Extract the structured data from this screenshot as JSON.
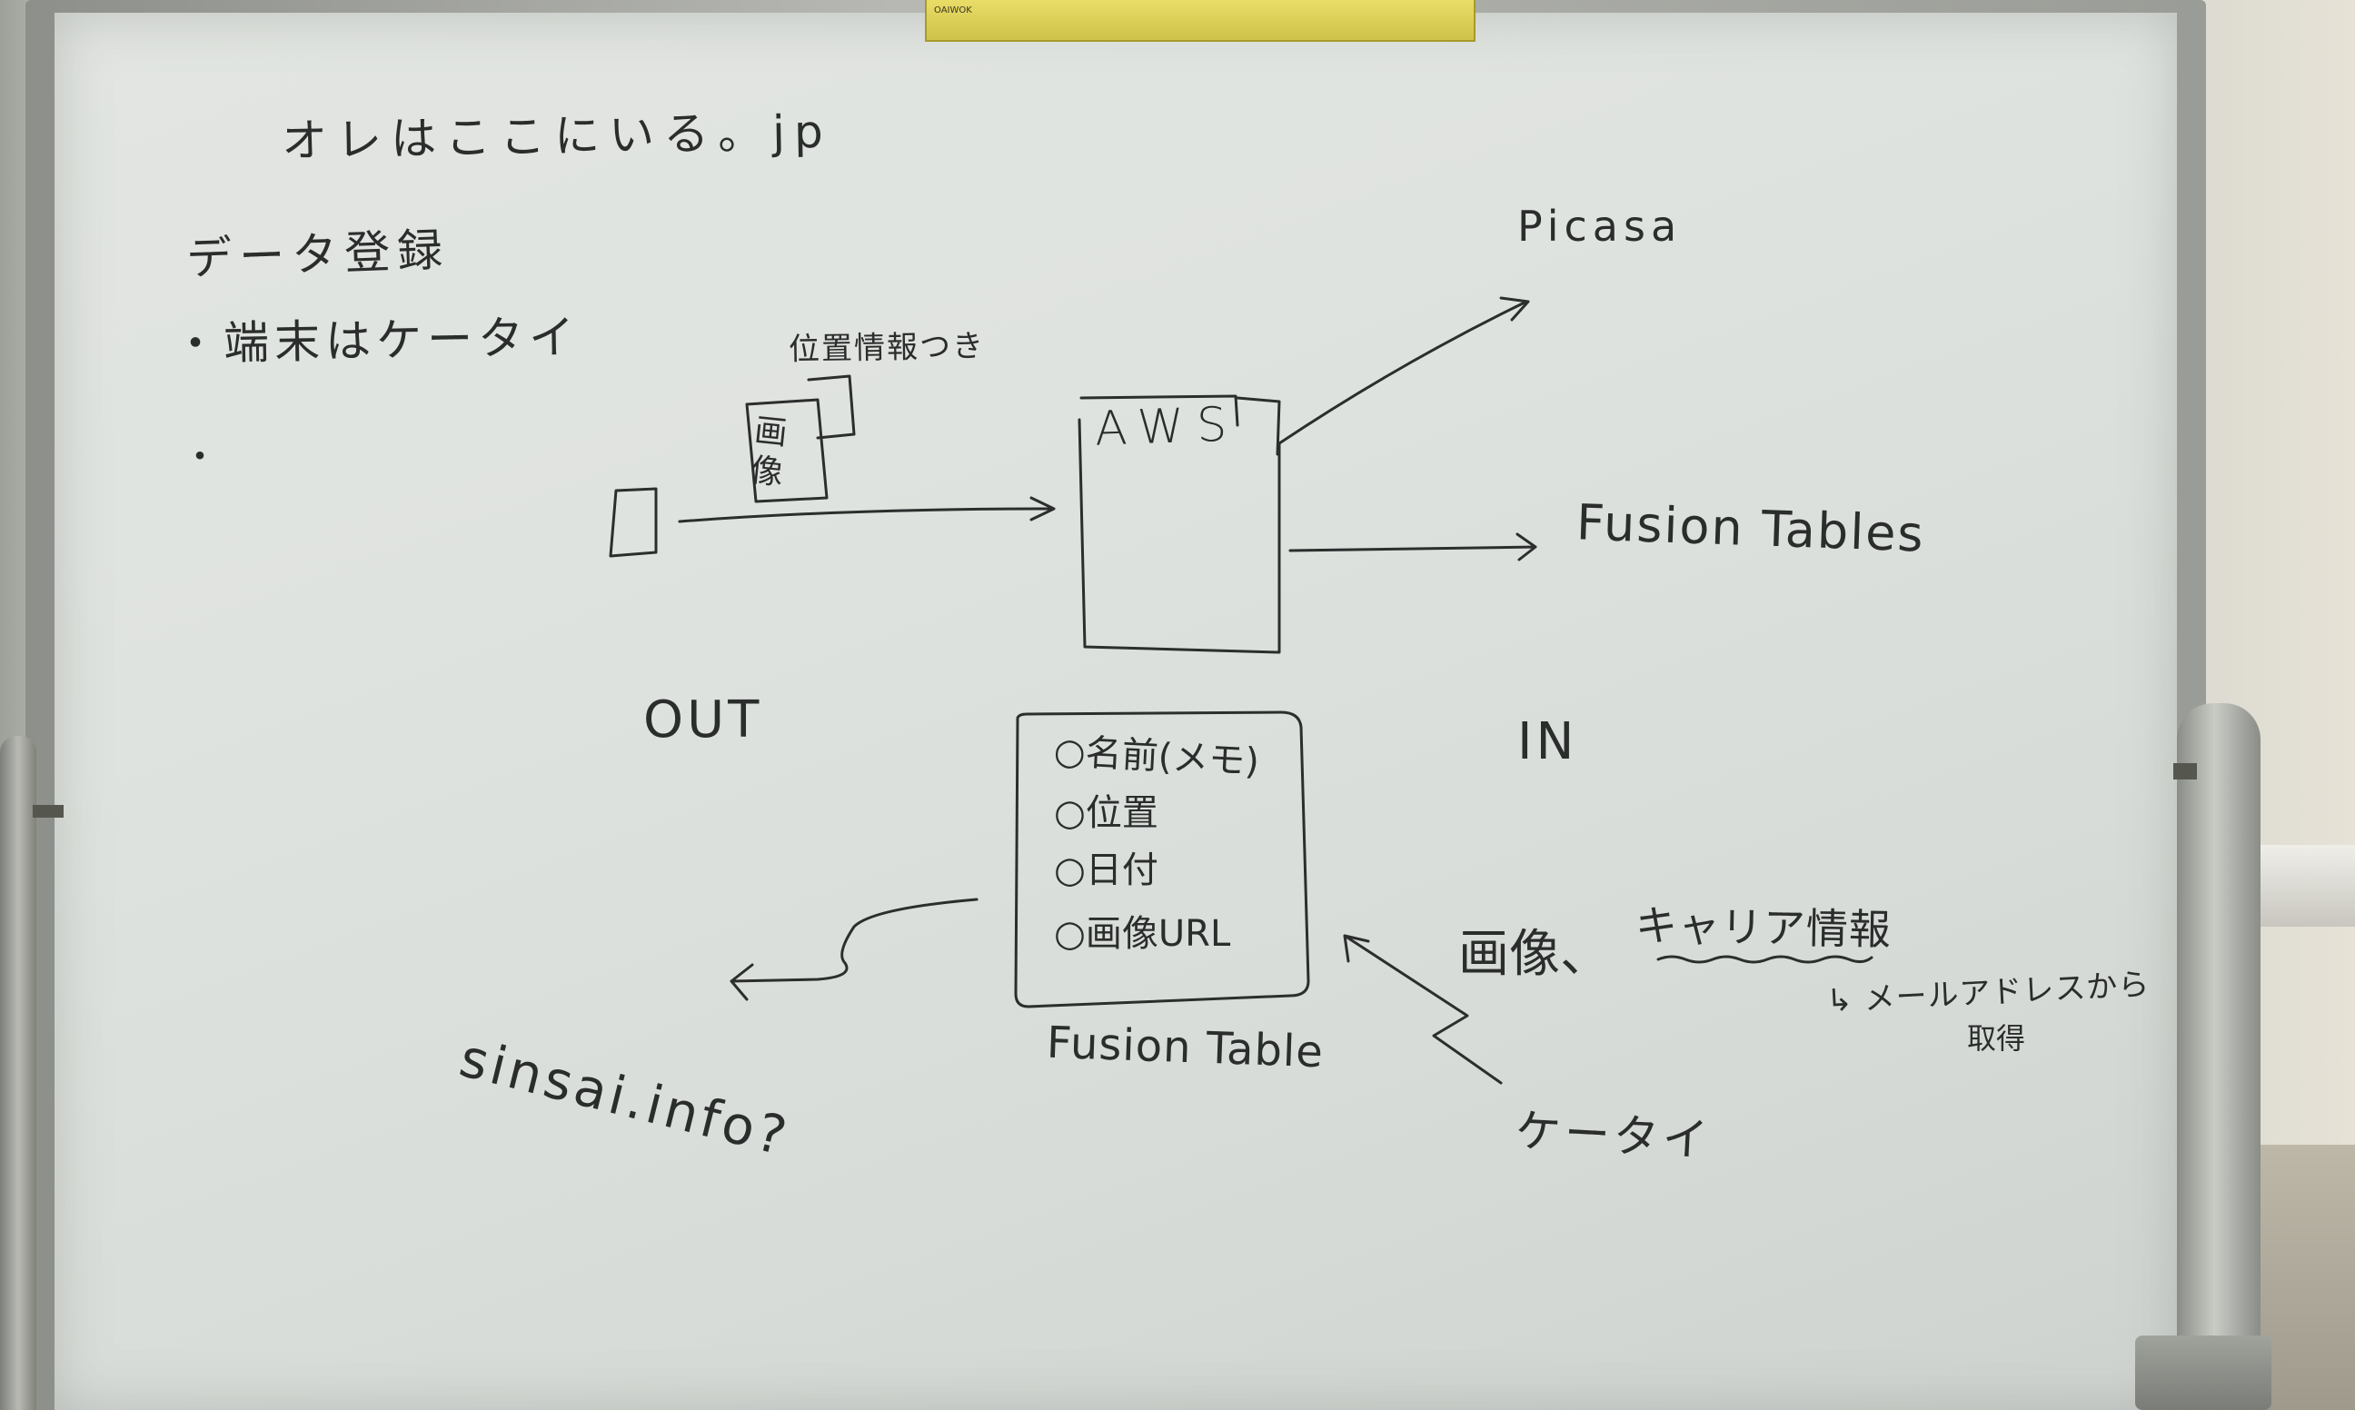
{
  "whiteboard": {
    "tray_brand": "OAIWOK",
    "title": "オレはここにいる。jp",
    "data_registration": "データ登録",
    "bullet_device": "・端末はケータイ",
    "bullet_empty": "・",
    "with_location": "位置情報つき",
    "image_card_label": "画像",
    "aws": "AWS",
    "picasa": "Picasa",
    "fusion_tables": "Fusion Tables",
    "out_label": "OUT",
    "in_label": "IN",
    "fields": [
      "○名前(メモ)",
      "○位置",
      "○日付",
      "○画像URL"
    ],
    "fusion_table_caption": "Fusion Table",
    "sinsai": "sinsai.info?",
    "image_word": "画像、",
    "carrier_info": "キャリア情報",
    "from_mail": "↳ メールアドレスから",
    "acquire": "取得",
    "keitai": "ケータイ"
  }
}
